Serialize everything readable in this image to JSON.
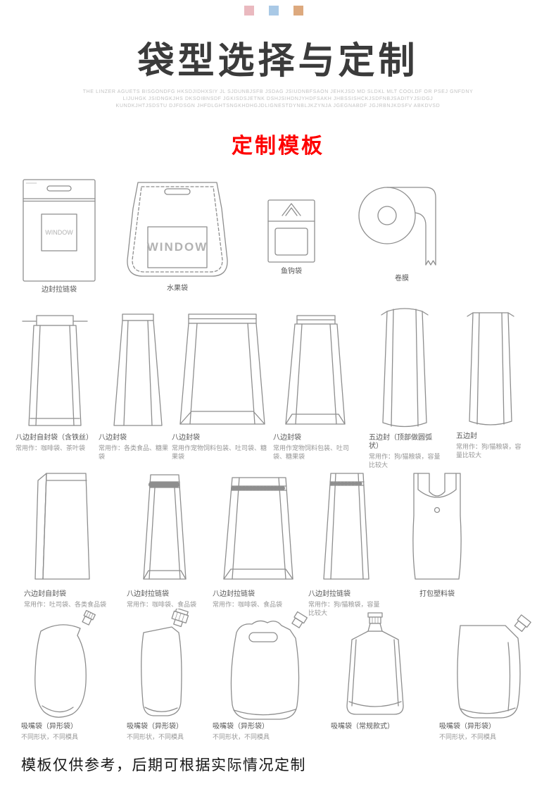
{
  "page": {
    "title": "袋型选择与定制",
    "subtitle_lines": [
      "THE LINZER AGUETS BISGONDFG HKSDJIDHXSIY JL SJDUNBJSFB JSDAG JSIUDNBFSAON JEHKJSD MD SLDKL MLT COOLDF OR PSEJ GNFDNY",
      "LIJUHGK JSIDNGKJHS DKSOIBNSDF JGKISDSJETNK DSHJSIHDNJYHDFSAKH JHBSSISHCKJSDFNBJSADITYJSIDGJ",
      "KUNDKJHTJSDSTU DJFDSGN JHFDLGHTSNGKHDHGJDLIGNESTDYNBLJKZYNJA JGEGNABDF JGJRBNJKDSFV ABKDVSD"
    ],
    "section_heading": "定制模板",
    "footer": "模板仅供参考，后期可根据实际情况定制"
  },
  "decor": {
    "square_colors": [
      "#eab9bf",
      "#a9c9e6",
      "#dda97e"
    ],
    "accent_red": "#fe0000",
    "title_color": "#3b3b3b",
    "line_color": "#8e8e8e"
  },
  "rows": [
    {
      "items": [
        {
          "label": "边封拉链袋",
          "window_text": "WINDOW"
        },
        {
          "label": "水果袋",
          "window_text": "WINDOW"
        },
        {
          "label": "鱼钩袋"
        },
        {
          "label": "卷膜"
        }
      ]
    },
    {
      "items": [
        {
          "label": "八边封自封袋（含铁丝）",
          "desc": "常用作：咖啡袋、茶叶袋"
        },
        {
          "label": "八边封袋",
          "desc": "常用作：各类食品、糖果袋"
        },
        {
          "label": "八边封袋",
          "desc": "常用作宠物饲料包装、吐司袋、糖果袋"
        },
        {
          "label": "八边封袋",
          "desc": "常用作宠物饲料包装、吐司袋、糖果袋"
        },
        {
          "label": "五边封（顶部做圆弧状）",
          "desc": "常用作：狗/猫粮袋，容量比较大"
        },
        {
          "label": "五边封",
          "desc": "常用作：狗/猫粮袋，容量比较大"
        }
      ]
    },
    {
      "items": [
        {
          "label": "六边封自封袋",
          "desc": "常用作：吐司袋、各类食品袋"
        },
        {
          "label": "八边封拉链袋",
          "desc": "常用作：咖啡袋、食品袋"
        },
        {
          "label": "八边封拉链袋",
          "desc": "常用作：咖啡袋、食品袋"
        },
        {
          "label": "八边封拉链袋",
          "desc": "常用作：狗/猫粮袋，容量比较大"
        },
        {
          "label": "打包塑料袋"
        }
      ]
    },
    {
      "items": [
        {
          "label": "吸嘴袋（异形袋）",
          "desc": "不同形状，不同模具"
        },
        {
          "label": "吸嘴袋（异形袋）",
          "desc": "不同形状，不同模具"
        },
        {
          "label": "吸嘴袋（异形袋）",
          "desc": "不同形状，不同模具"
        },
        {
          "label": "吸嘴袋（常规款式）"
        },
        {
          "label": "吸嘴袋（异形袋）",
          "desc": "不同形状，不同模具"
        }
      ]
    }
  ]
}
